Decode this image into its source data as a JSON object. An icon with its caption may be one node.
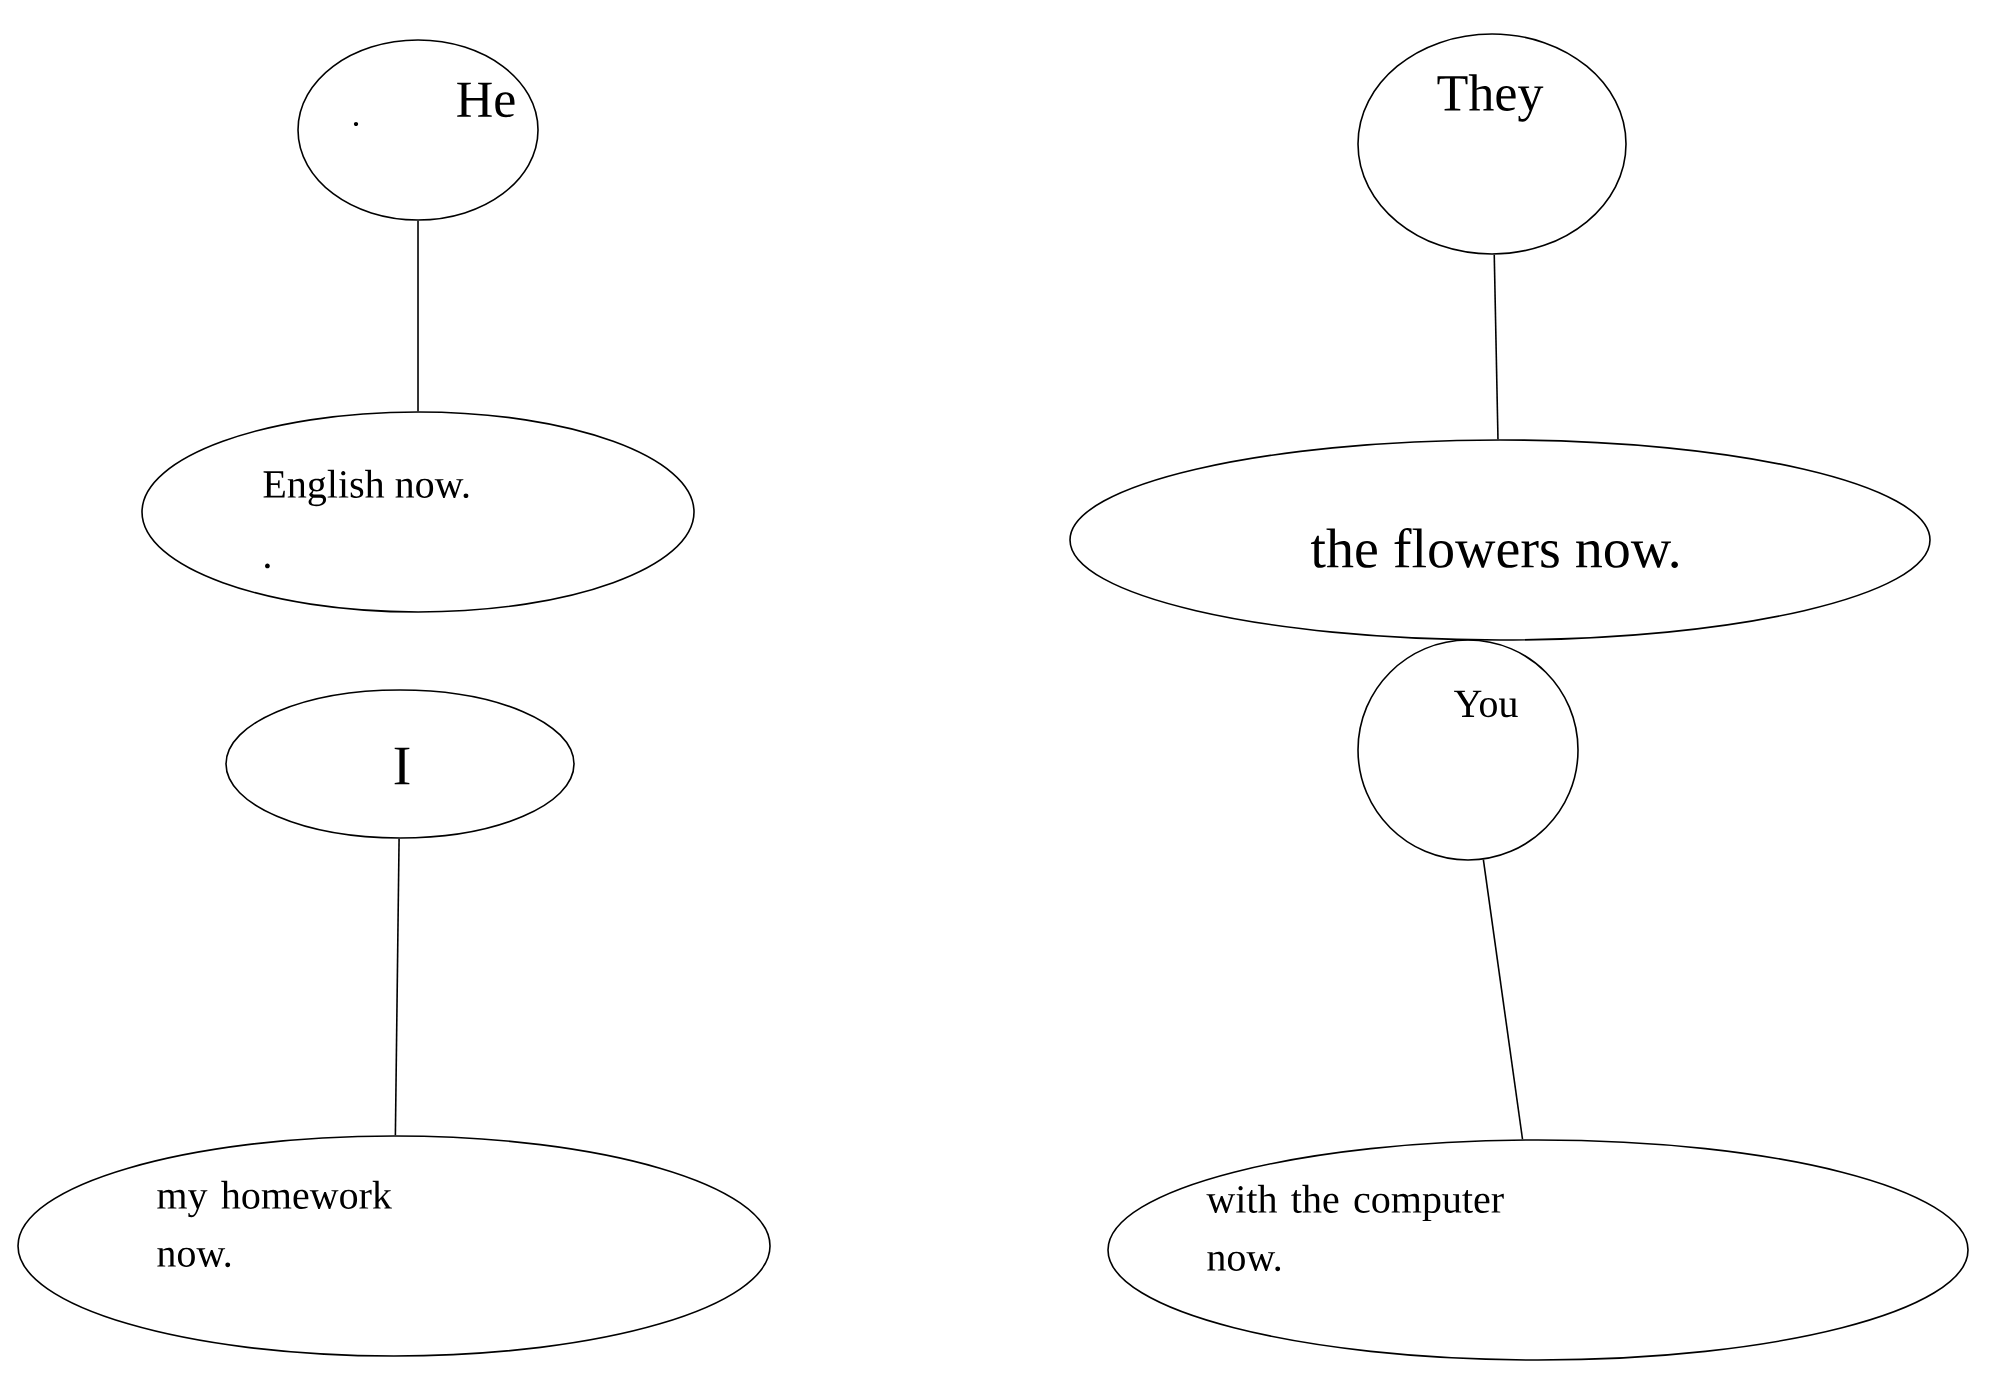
{
  "diagram": {
    "nodes": [
      {
        "text": [
          ".",
          "He"
        ]
      },
      {
        "text": [
          "English now.",
          "."
        ]
      },
      {
        "text": [
          "They"
        ]
      },
      {
        "text": [
          "the flowers now."
        ]
      },
      {
        "text": [
          "I"
        ]
      },
      {
        "text": [
          "my homework now."
        ]
      },
      {
        "text": [
          "You"
        ]
      },
      {
        "text": [
          "with the computer now."
        ]
      }
    ],
    "edges": [
      {
        "from": 0,
        "to": 1,
        "arrow": "none"
      },
      {
        "from": 2,
        "to": 3,
        "arrow": "none"
      },
      {
        "from": 4,
        "to": 5,
        "arrow": "none"
      },
      {
        "from": 6,
        "to": 7,
        "arrow": "none"
      }
    ]
  }
}
